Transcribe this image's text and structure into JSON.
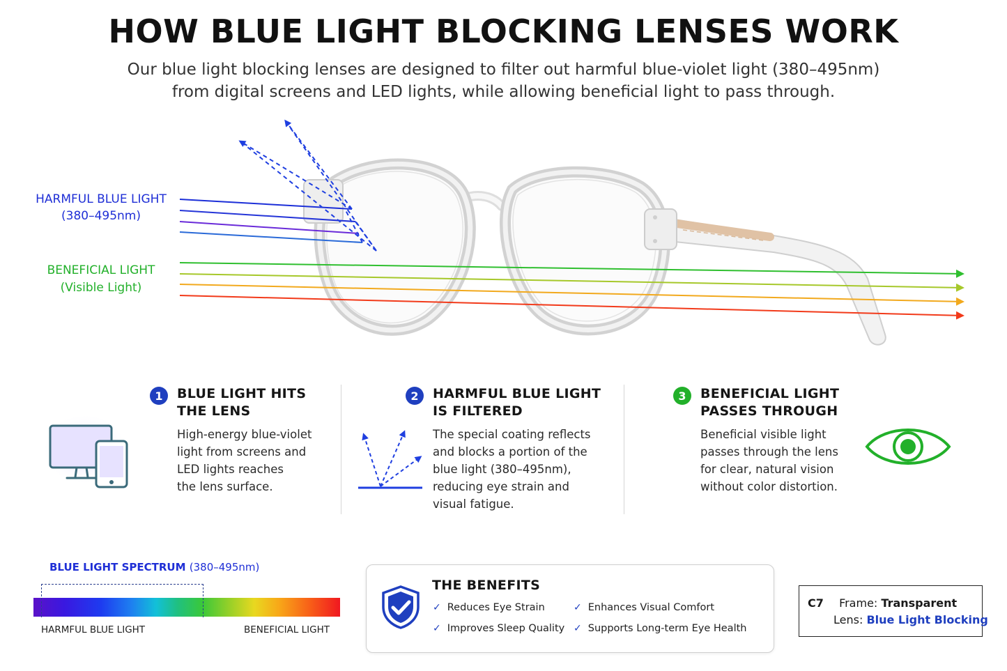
{
  "header": {
    "title": "HOW BLUE LIGHT BLOCKING LENSES WORK",
    "subtitle_line1": "Our blue light blocking lenses are designed to filter out harmful blue-violet light (380–495nm)",
    "subtitle_line2": "from digital screens and LED lights, while allowing beneficial light to pass through."
  },
  "diagram": {
    "harmful_label_line1": "HARMFUL BLUE LIGHT",
    "harmful_label_line2": "(380–495nm)",
    "beneficial_label_line1": "BENEFICIAL LIGHT",
    "beneficial_label_line2": "(Visible Light)",
    "colors": {
      "harmful_rays": [
        "#1c2fd8",
        "#2535d8",
        "#6a2bd9",
        "#2a6ad8"
      ],
      "beneficial_rays": [
        "#2fbf2f",
        "#a6c82a",
        "#f2a91d",
        "#f23a1a"
      ],
      "reflection": "#1f3fe0"
    }
  },
  "steps": [
    {
      "number": "1",
      "title_line1": "BLUE LIGHT HITS",
      "title_line2": "THE LENS",
      "body": [
        "High-energy blue-violet",
        "light from screens and",
        "LED lights reaches",
        "the lens surface."
      ],
      "icon": "screen-devices-icon",
      "color": "#1f3fbf"
    },
    {
      "number": "2",
      "title_line1": "HARMFUL BLUE LIGHT",
      "title_line2": "IS FILTERED",
      "body": [
        "The special coating reflects",
        "and blocks a portion of the",
        "blue light (380–495nm),",
        "reducing eye strain and",
        "visual fatigue."
      ],
      "icon": "reflection-arrows-icon",
      "color": "#1f3fbf"
    },
    {
      "number": "3",
      "title_line1": "BENEFICIAL LIGHT",
      "title_line2": "PASSES THROUGH",
      "body": [
        "Beneficial visible light",
        "passes through the lens",
        "for clear, natural vision",
        "without color distortion."
      ],
      "icon": "eye-icon",
      "color": "#22b02a"
    }
  ],
  "spectrum": {
    "title": "BLUE LIGHT SPECTRUM",
    "title_range": "(380–495nm)",
    "left_label": "HARMFUL BLUE LIGHT",
    "right_label": "BENEFICIAL LIGHT"
  },
  "benefits": {
    "title": "THE BENEFITS",
    "items": [
      "Reduces Eye Strain",
      "Enhances Visual Comfort",
      "Improves Sleep Quality",
      "Supports Long-term Eye Health"
    ],
    "icon": "shield-check-icon"
  },
  "product": {
    "code": "C7",
    "frame_label": "Frame:",
    "frame_value": "Transparent",
    "lens_label": "Lens:",
    "lens_value": "Blue Light Blocking"
  }
}
